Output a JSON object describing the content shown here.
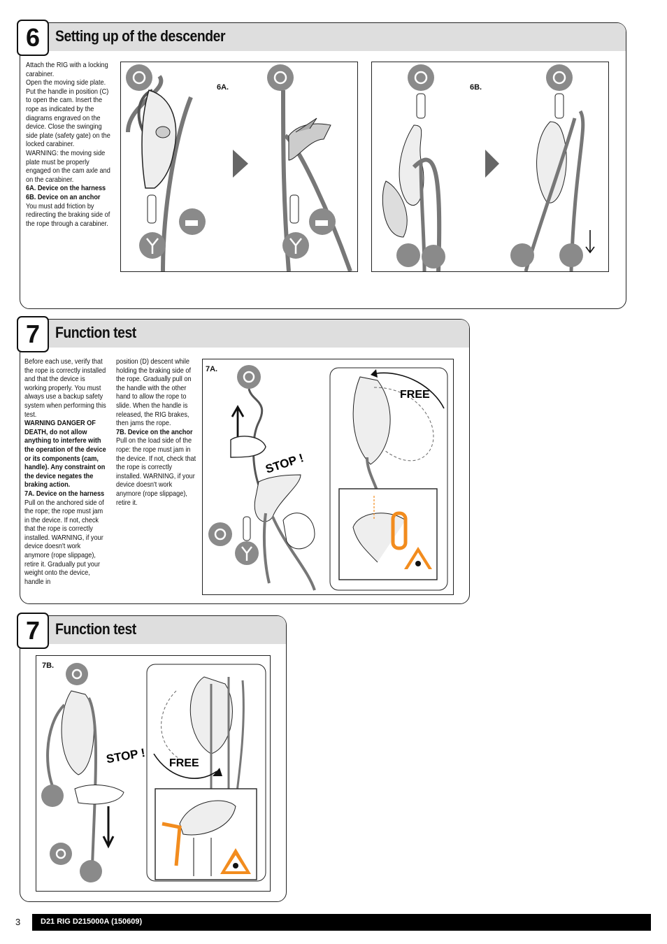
{
  "sections": {
    "s6": {
      "number": "6",
      "title": "Setting up of the descender",
      "text": [
        {
          "t": "Attach the RIG with a locking carabiner.",
          "b": false
        },
        {
          "t": "Open the moving side plate. Put the handle in position (C) to open the cam. Insert the rope as indicated by the diagrams engraved on the device. Close the swinging side plate (safety gate) on the locked carabiner.",
          "b": false
        },
        {
          "t": "WARNING: the moving side plate must be properly engaged on the cam axle and on the carabiner.",
          "b": false
        },
        {
          "t": "6A. Device on the harness",
          "b": true
        },
        {
          "t": "6B. Device on an anchor",
          "b": true
        },
        {
          "t": "You must add friction by redirecting the braking side of the rope through a carabiner.",
          "b": false
        }
      ],
      "label_a": "6A.",
      "label_b": "6B."
    },
    "s7a": {
      "number": "7",
      "title": "Function test",
      "col1": [
        {
          "t": "Before each use, verify that the rope is correctly installed and that the device is working properly. You must always use a backup safety system when performing this test.",
          "b": false
        },
        {
          "t": "WARNING DANGER OF DEATH, do not allow anything to interfere with the operation of the device or its components (cam, handle). Any constraint on the device negates the braking action.",
          "b": true
        },
        {
          "t": "7A. Device on the harness",
          "b": true
        },
        {
          "t": "Pull on the anchored side of the rope; the rope must jam in the device. If not, check that the rope is correctly installed. WARNING, if your device doesn't work anymore (rope slippage), retire it. Gradually put your weight onto the device, handle in",
          "b": false
        }
      ],
      "col2": [
        {
          "t": "position (D) descent while holding the braking side of the rope. Gradually pull on the handle with the other hand to allow the rope to slide. When the handle is released, the RIG brakes, then jams the rope.",
          "b": false
        },
        {
          "t": "7B. Device on the anchor",
          "b": true
        },
        {
          "t": "Pull on the load side of the rope: the rope must jam in the device. If not, check that the rope is correctly installed. WARNING, if your device doesn't work anymore (rope slippage), retire it.",
          "b": false
        }
      ],
      "label": "7A.",
      "stop": "STOP !",
      "free": "FREE"
    },
    "s7b": {
      "number": "7",
      "title": "Function test",
      "label": "7B.",
      "stop": "STOP !",
      "free": "FREE"
    }
  },
  "footer": {
    "page": "3",
    "doc": "D21 RIG  D215000A (150609)"
  },
  "colors": {
    "header_bg": "#dedede",
    "icon_gray": "#8a8a8a",
    "warning_orange": "#f28c1e",
    "footer_bg": "#000000"
  }
}
